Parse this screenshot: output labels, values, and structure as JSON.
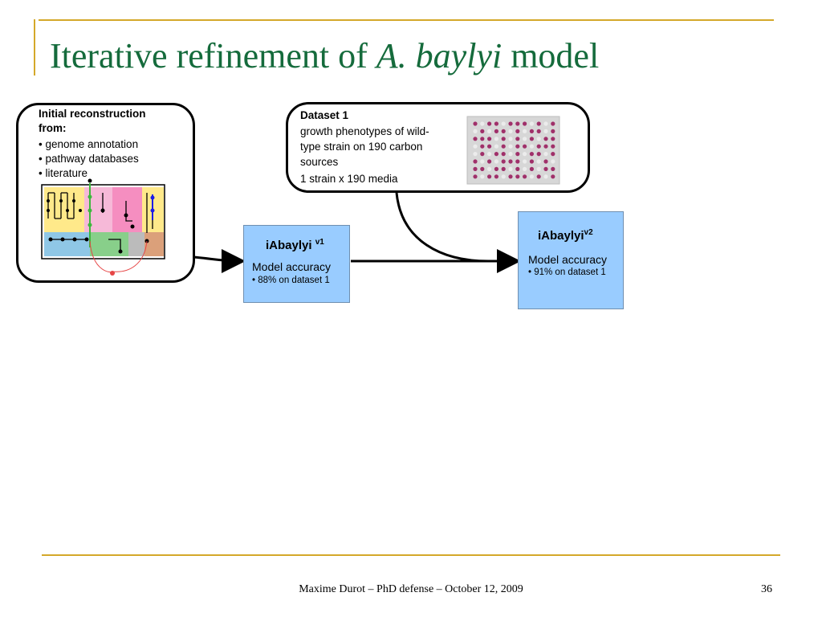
{
  "title": {
    "part1": "Iterative refinement of ",
    "italic": "A. baylyi",
    "part2": " model"
  },
  "initial_box": {
    "heading": "Initial reconstruction",
    "heading2": "from:",
    "items": [
      "• genome annotation",
      "• pathway databases",
      "• literature"
    ]
  },
  "dataset_box": {
    "heading": "Dataset 1",
    "line1": "growth phenotypes of wild-",
    "line2": "type strain on 190 carbon",
    "line3": "sources",
    "line4": "1 strain x 190 media"
  },
  "model_v1": {
    "name": "iAbaylyi",
    "version": "v1",
    "accuracy_label": "Model accuracy",
    "accuracy_item": "• 88% on dataset 1"
  },
  "model_v2": {
    "name": "iAbaylyi",
    "version": "v2",
    "accuracy_label": "Model accuracy",
    "accuracy_item": "• 91% on dataset 1"
  },
  "footer": {
    "text": "Maxime Durot – PhD defense – October 12, 2009",
    "page": "36"
  },
  "colors": {
    "title": "#156b3c",
    "accent_lines": "#d4a82a",
    "model_box": "#99ccff"
  }
}
